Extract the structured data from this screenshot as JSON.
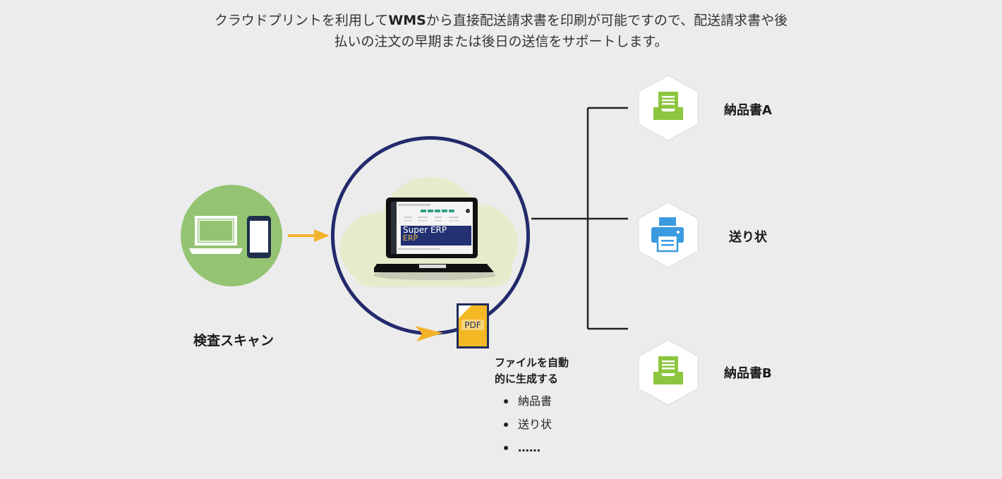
{
  "header": {
    "line1_a": "クラウドプリントを利用して",
    "line1_b": "WMS",
    "line1_c": "から直接配送請求書を印刷が可能ですので、配送請求書や後",
    "line2": "払いの注文の早期または後日の送信をサポートします。"
  },
  "left": {
    "label": "検査スキャン"
  },
  "center": {
    "screen_line1": "Super ERP",
    "screen_line2": "ERP",
    "pdf_label": "PDF"
  },
  "file_info": {
    "line1": "ファイルを自動",
    "line2": "的に生成する",
    "items": [
      "納品書",
      "送り状",
      "……"
    ]
  },
  "outputs": [
    {
      "label": "納品書A",
      "icon": "tray-document-icon"
    },
    {
      "label": "送り状",
      "icon": "printer-icon"
    },
    {
      "label": "納品書B",
      "icon": "tray-document-icon"
    }
  ],
  "colors": {
    "ring": "#232a6c",
    "device_bubble": "#94c472",
    "arrow": "#f2b32a",
    "tray_icon": "#8cc63e",
    "printer_icon": "#3a9be0"
  }
}
